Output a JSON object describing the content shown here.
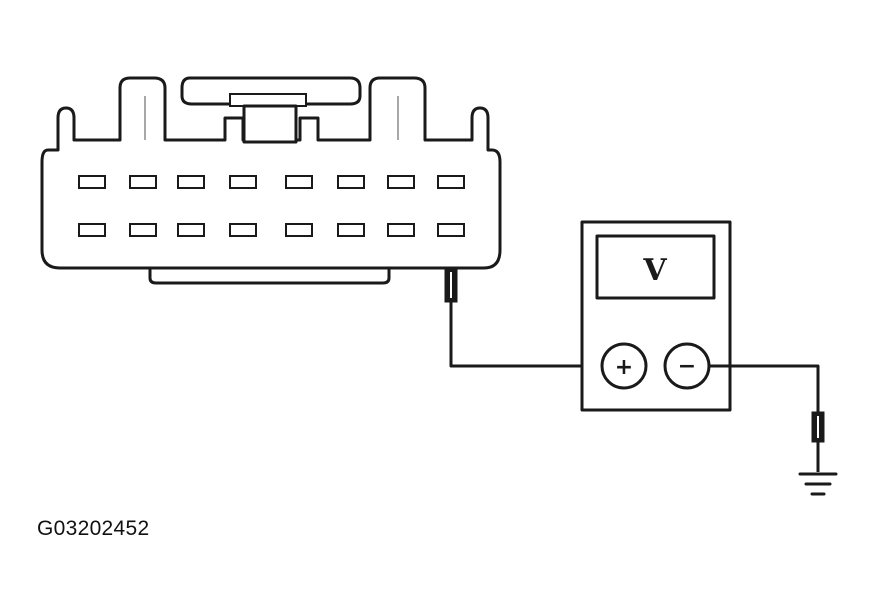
{
  "meter": {
    "display_letter": "V",
    "positive_symbol": "+",
    "negative_symbol": "−"
  },
  "connector": {
    "rows": 2,
    "pins_per_row": 8,
    "probed_pin": {
      "row": 2,
      "position": 8
    }
  },
  "icons": {
    "ground": "ground-symbol-icon",
    "probe": "test-probe-icon"
  },
  "figure_code": "G03202452"
}
